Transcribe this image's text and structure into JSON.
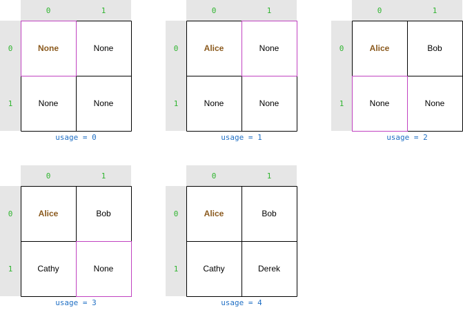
{
  "colors": {
    "header_bg": "#e6e6e6",
    "header_text": "#2fb52f",
    "grid_line": "#000000",
    "highlight": "#c040c0",
    "first_value": "#8b5a1e",
    "usage_text": "#1f6fc4"
  },
  "panels": [
    {
      "col_headers": [
        "0",
        "1"
      ],
      "row_headers": [
        "0",
        "1"
      ],
      "cells": [
        [
          "None",
          "None"
        ],
        [
          "None",
          "None"
        ]
      ],
      "highlight": [
        0,
        0
      ],
      "usage": "usage = 0"
    },
    {
      "col_headers": [
        "0",
        "1"
      ],
      "row_headers": [
        "0",
        "1"
      ],
      "cells": [
        [
          "Alice",
          "None"
        ],
        [
          "None",
          "None"
        ]
      ],
      "highlight": [
        0,
        1
      ],
      "usage": "usage = 1"
    },
    {
      "col_headers": [
        "0",
        "1"
      ],
      "row_headers": [
        "0",
        "1"
      ],
      "cells": [
        [
          "Alice",
          "Bob"
        ],
        [
          "None",
          "None"
        ]
      ],
      "highlight": [
        1,
        0
      ],
      "usage": "usage = 2"
    },
    {
      "col_headers": [
        "0",
        "1"
      ],
      "row_headers": [
        "0",
        "1"
      ],
      "cells": [
        [
          "Alice",
          "Bob"
        ],
        [
          "Cathy",
          "None"
        ]
      ],
      "highlight": [
        1,
        1
      ],
      "usage": "usage = 3"
    },
    {
      "col_headers": [
        "0",
        "1"
      ],
      "row_headers": [
        "0",
        "1"
      ],
      "cells": [
        [
          "Alice",
          "Bob"
        ],
        [
          "Cathy",
          "Derek"
        ]
      ],
      "highlight": null,
      "usage": "usage = 4"
    }
  ]
}
